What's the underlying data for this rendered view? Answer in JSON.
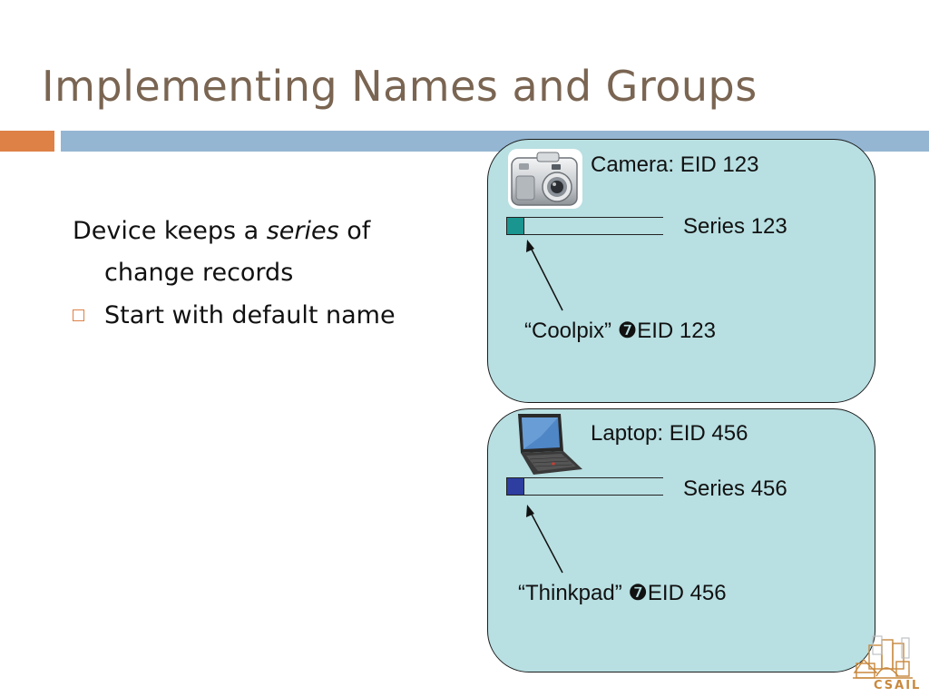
{
  "slide": {
    "title": "Implementing Names and Groups",
    "accent_colors": {
      "title": "#7a6552",
      "orange": "#dd8146",
      "blue": "#94b6d2",
      "panel": "#b8dfe2"
    }
  },
  "body": {
    "para_pre": "Device keeps a ",
    "para_em": "series",
    "para_post": " of",
    "para_line2": "change records",
    "bullet_1": "Start with default name"
  },
  "camera_panel": {
    "heading": "Camera: EID 123",
    "series_label": "Series 123",
    "record": "“Coolpix” ❼EID 123",
    "icon": "camera-icon",
    "cell_color": "#1a9590"
  },
  "laptop_panel": {
    "heading": "Laptop: EID 456",
    "series_label": "Series 456",
    "record": "“Thinkpad” ❼EID 456",
    "icon": "laptop-icon",
    "cell_color": "#2d3da0"
  },
  "logo": {
    "text": "CSAIL"
  }
}
